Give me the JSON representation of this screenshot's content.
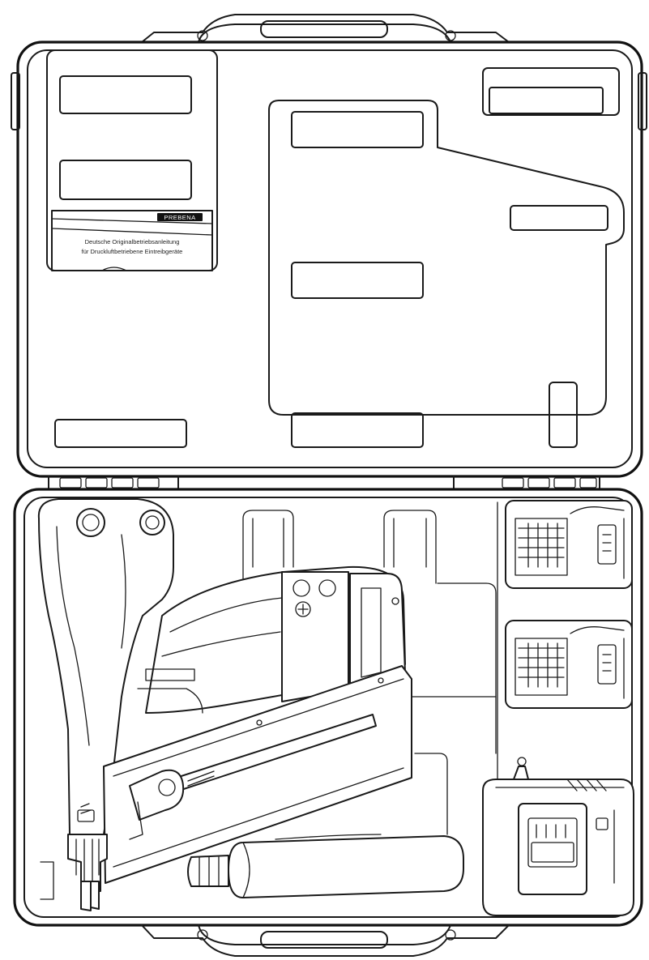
{
  "manual": {
    "brand": "PREBENA",
    "line1": "Deutsche Originalbetriebsanleitung",
    "line2": "für Druckluftbetriebene Eintreibgeräte"
  },
  "colors": {
    "line": "#1a1a1a",
    "background": "#ffffff"
  }
}
